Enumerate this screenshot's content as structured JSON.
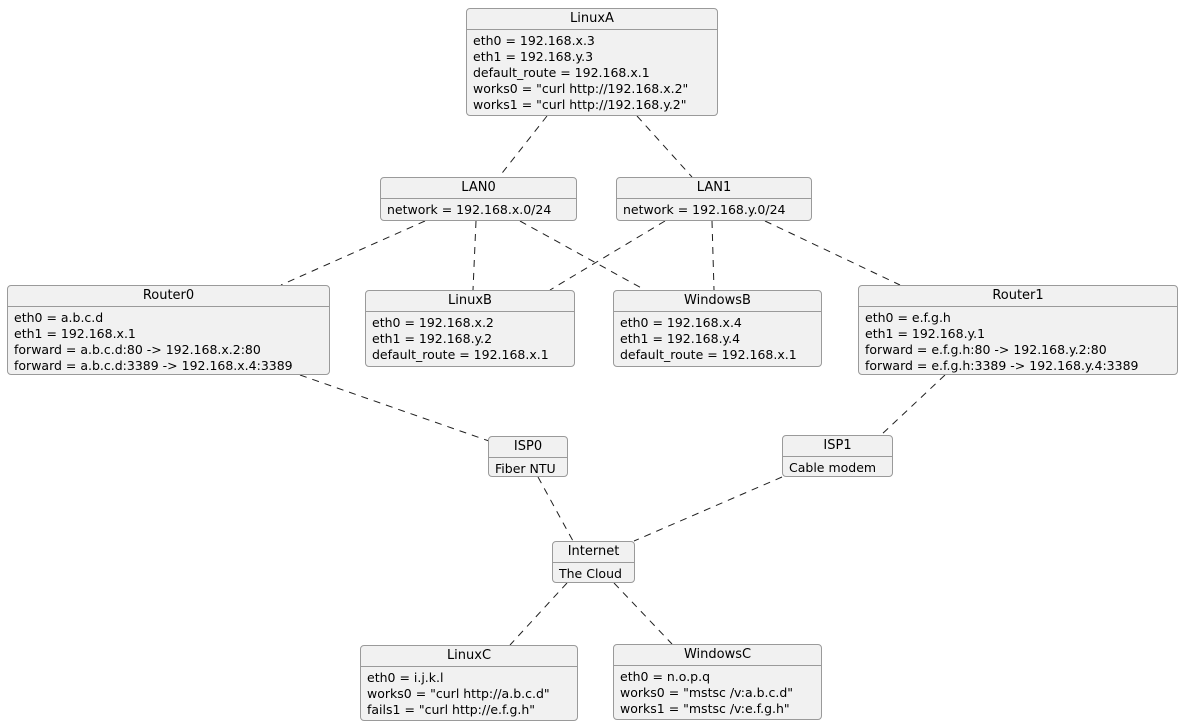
{
  "diagram": {
    "kind": "network-topology-object-diagram",
    "colors": {
      "node_fill": "#f1f1f1",
      "node_border": "#9a9a9a",
      "edge": "#1f1f1f",
      "text": "#000000",
      "background": "#ffffff"
    },
    "nodes": [
      {
        "id": "LinuxA",
        "title": "LinuxA",
        "rows": [
          "eth0 = 192.168.x.3",
          "eth1 = 192.168.y.3",
          "default_route = 192.168.x.1",
          "works0 = \"curl http://192.168.x.2\"",
          "works1 = \"curl http://192.168.y.2\""
        ]
      },
      {
        "id": "LAN0",
        "title": "LAN0",
        "rows": [
          "network = 192.168.x.0/24"
        ]
      },
      {
        "id": "LAN1",
        "title": "LAN1",
        "rows": [
          "network = 192.168.y.0/24"
        ]
      },
      {
        "id": "Router0",
        "title": "Router0",
        "rows": [
          "eth0 = a.b.c.d",
          "eth1 = 192.168.x.1",
          "forward = a.b.c.d:80 -> 192.168.x.2:80",
          "forward = a.b.c.d:3389 -> 192.168.x.4:3389"
        ]
      },
      {
        "id": "LinuxB",
        "title": "LinuxB",
        "rows": [
          "eth0 = 192.168.x.2",
          "eth1 = 192.168.y.2",
          "default_route = 192.168.x.1"
        ]
      },
      {
        "id": "WindowsB",
        "title": "WindowsB",
        "rows": [
          "eth0 = 192.168.x.4",
          "eth1 = 192.168.y.4",
          "default_route = 192.168.x.1"
        ]
      },
      {
        "id": "Router1",
        "title": "Router1",
        "rows": [
          "eth0 = e.f.g.h",
          "eth1 = 192.168.y.1",
          "forward = e.f.g.h:80 -> 192.168.y.2:80",
          "forward = e.f.g.h:3389 -> 192.168.y.4:3389"
        ]
      },
      {
        "id": "ISP0",
        "title": "ISP0",
        "rows": [
          "Fiber NTU"
        ]
      },
      {
        "id": "ISP1",
        "title": "ISP1",
        "rows": [
          "Cable modem"
        ]
      },
      {
        "id": "Internet",
        "title": "Internet",
        "rows": [
          "The Cloud"
        ]
      },
      {
        "id": "LinuxC",
        "title": "LinuxC",
        "rows": [
          "eth0 = i.j.k.l",
          "works0 = \"curl http://a.b.c.d\"",
          "fails1 = \"curl http://e.f.g.h\""
        ]
      },
      {
        "id": "WindowsC",
        "title": "WindowsC",
        "rows": [
          "eth0 = n.o.p.q",
          "works0 = \"mstsc /v:a.b.c.d\"",
          "works1 = \"mstsc /v:e.f.g.h\""
        ]
      }
    ],
    "edges": [
      {
        "from": "LinuxA",
        "to": "LAN0"
      },
      {
        "from": "LinuxA",
        "to": "LAN1"
      },
      {
        "from": "LAN0",
        "to": "Router0"
      },
      {
        "from": "LAN0",
        "to": "LinuxB"
      },
      {
        "from": "LAN0",
        "to": "WindowsB"
      },
      {
        "from": "LAN1",
        "to": "LinuxB"
      },
      {
        "from": "LAN1",
        "to": "WindowsB"
      },
      {
        "from": "LAN1",
        "to": "Router1"
      },
      {
        "from": "Router0",
        "to": "ISP0"
      },
      {
        "from": "Router1",
        "to": "ISP1"
      },
      {
        "from": "ISP0",
        "to": "Internet"
      },
      {
        "from": "ISP1",
        "to": "Internet"
      },
      {
        "from": "Internet",
        "to": "LinuxC"
      },
      {
        "from": "Internet",
        "to": "WindowsC"
      }
    ]
  }
}
